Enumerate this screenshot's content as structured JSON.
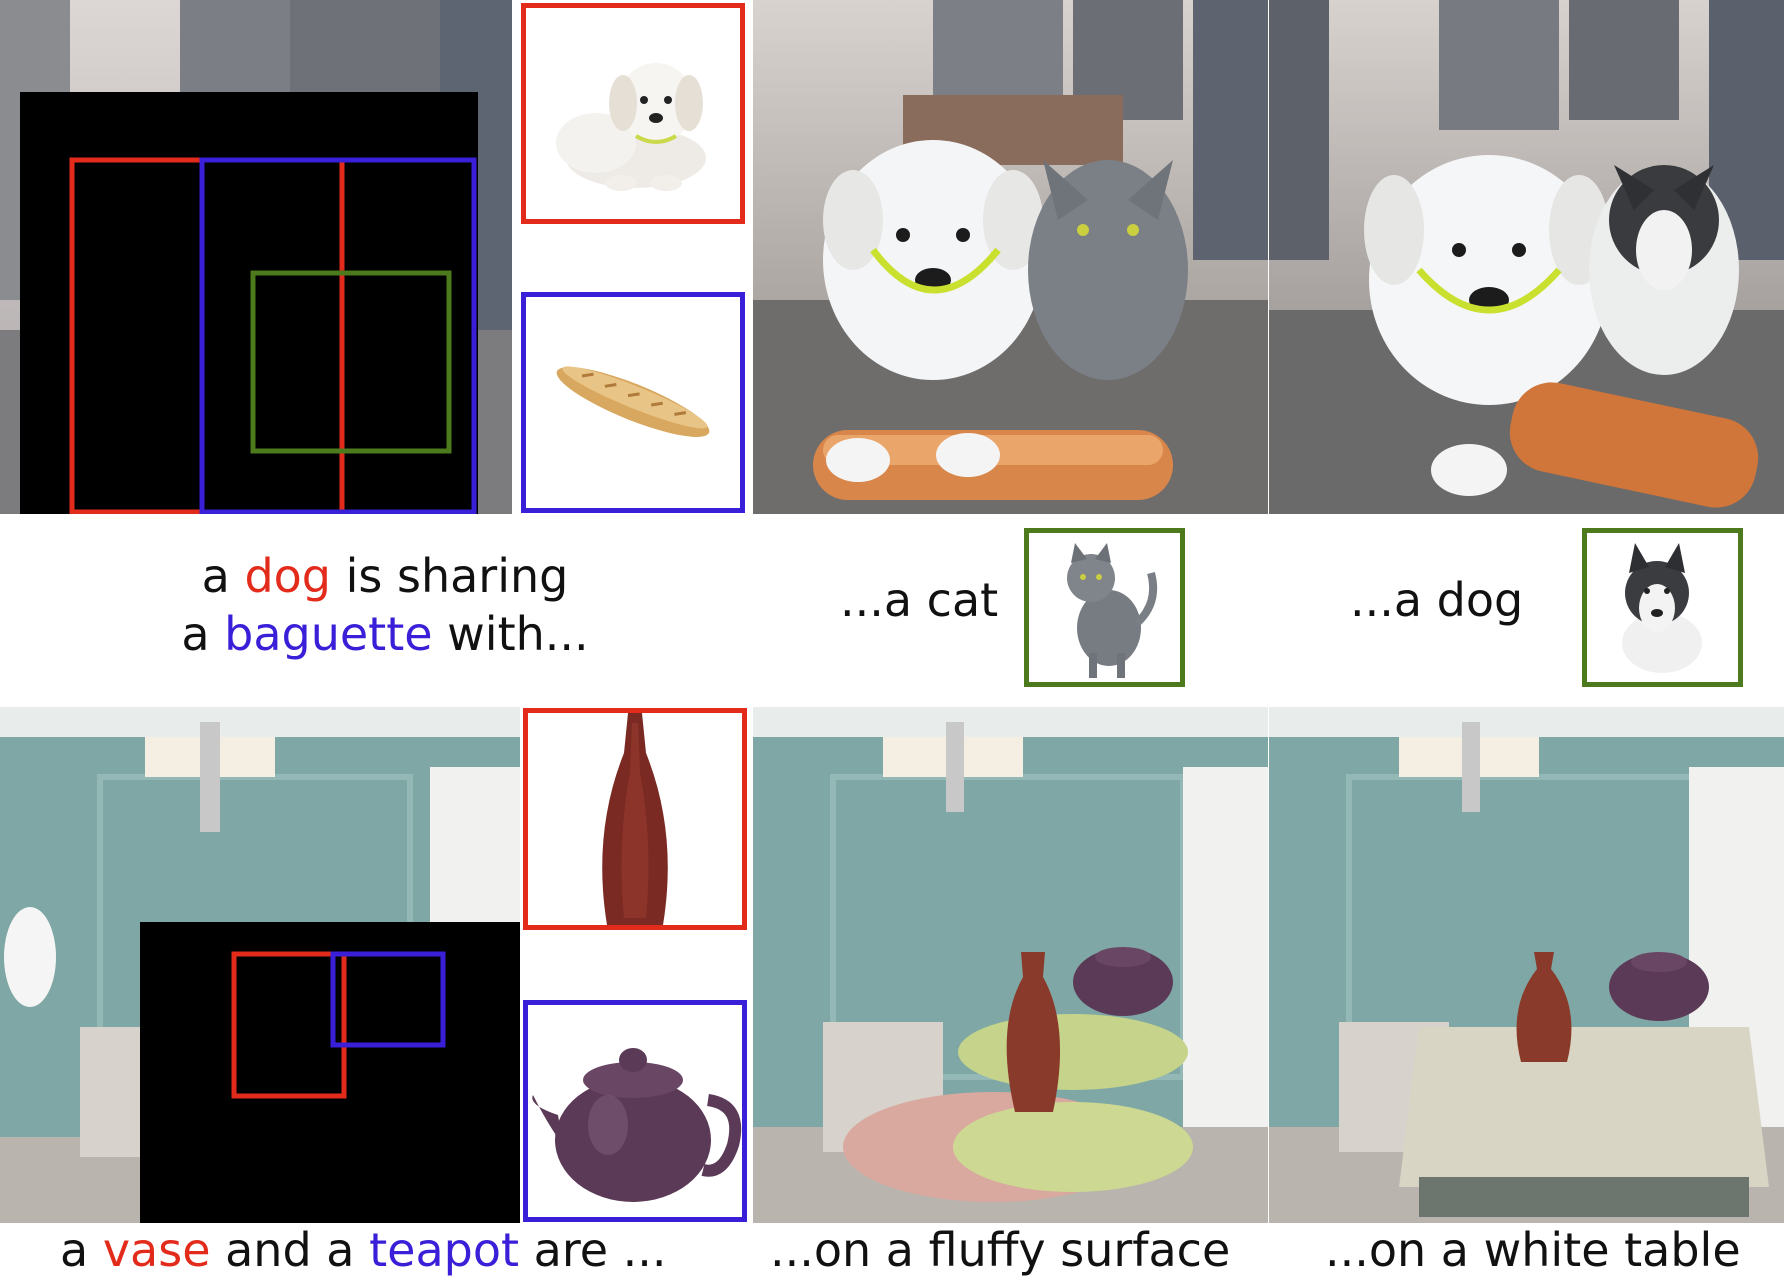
{
  "top_row": {
    "caption_line1_pre": "a ",
    "caption_line1_red": "dog",
    "caption_line1_post": " is sharing",
    "caption_line2_pre": "a ",
    "caption_line2_blue": "baguette",
    "caption_line2_post": " with...",
    "result1_caption": "...a cat",
    "result2_caption": "...a dog"
  },
  "bottom_row": {
    "caption_pre": "a ",
    "caption_red": "vase",
    "caption_mid": " and a ",
    "caption_blue": "teapot",
    "caption_post": " are ...",
    "result1_caption": "...on a fluffy surface",
    "result2_caption": "...on a white table"
  },
  "colors": {
    "red_box": "#e32b1b",
    "blue_box": "#3a1fd8",
    "green_box": "#4c7a1c",
    "mask": "#000000"
  }
}
